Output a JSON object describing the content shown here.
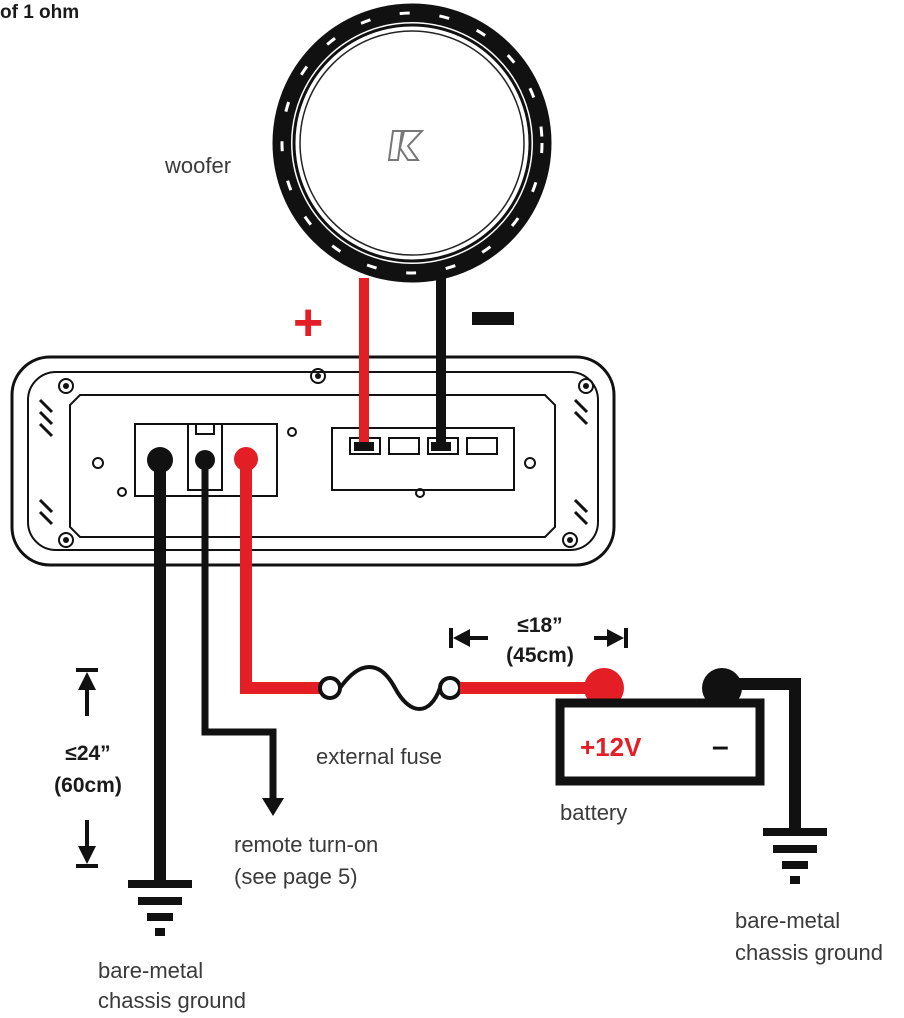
{
  "header": {
    "title": "of 1 ohm"
  },
  "labels": {
    "woofer": "woofer",
    "external_fuse": "external fuse",
    "battery": "battery",
    "remote_line1": "remote turn-on",
    "remote_line2": "(see page 5)",
    "ground_left_line1": "bare-metal",
    "ground_left_line2": "chassis ground",
    "ground_right_line1": "bare-metal",
    "ground_right_line2": "chassis ground"
  },
  "dimensions": {
    "fuse_distance_in": "≤18”",
    "fuse_distance_cm": "(45cm)",
    "ground_length_in": "≤24”",
    "ground_length_cm": "(60cm)"
  },
  "battery": {
    "positive": "+12V",
    "negative": "–"
  },
  "polarity": {
    "positive": "+",
    "negative": "–"
  },
  "colors": {
    "positive_wire": "#e31e25",
    "ground_wire": "#111111",
    "outline": "#1a1a1a"
  },
  "icons": [
    "woofer-logo-icon",
    "ground-symbol-icon",
    "fuse-icon",
    "arrow-icon"
  ]
}
